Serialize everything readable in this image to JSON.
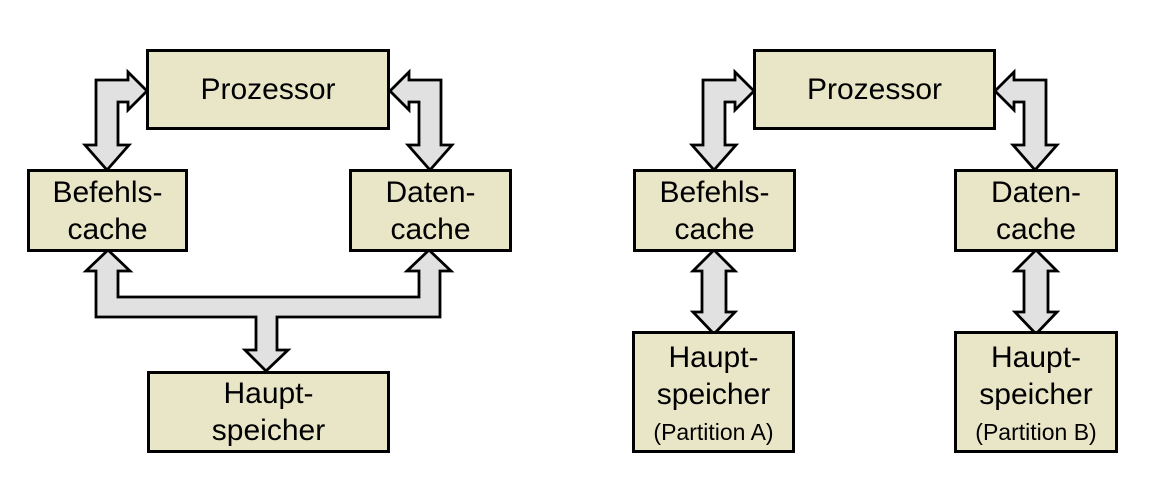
{
  "colors": {
    "background": "#ffffff",
    "box_fill": "#e9e6c8",
    "arrow_fill": "#e1e1e1",
    "outline": "#000000",
    "text": "#000000"
  },
  "left_diagram": {
    "prozessor": {
      "label": "Prozessor"
    },
    "befehls_cache": {
      "line1": "Befehls-",
      "line2": "cache"
    },
    "daten_cache": {
      "line1": "Daten-",
      "line2": "cache"
    },
    "haupt_speicher": {
      "line1": "Haupt-",
      "line2": "speicher"
    }
  },
  "right_diagram": {
    "prozessor": {
      "label": "Prozessor"
    },
    "befehls_cache": {
      "line1": "Befehls-",
      "line2": "cache"
    },
    "daten_cache": {
      "line1": "Daten-",
      "line2": "cache"
    },
    "haupt_speicher_a": {
      "line1": "Haupt-",
      "line2": "speicher",
      "note": "(Partition A)"
    },
    "haupt_speicher_b": {
      "line1": "Haupt-",
      "line2": "speicher",
      "note": "(Partition B)"
    }
  }
}
